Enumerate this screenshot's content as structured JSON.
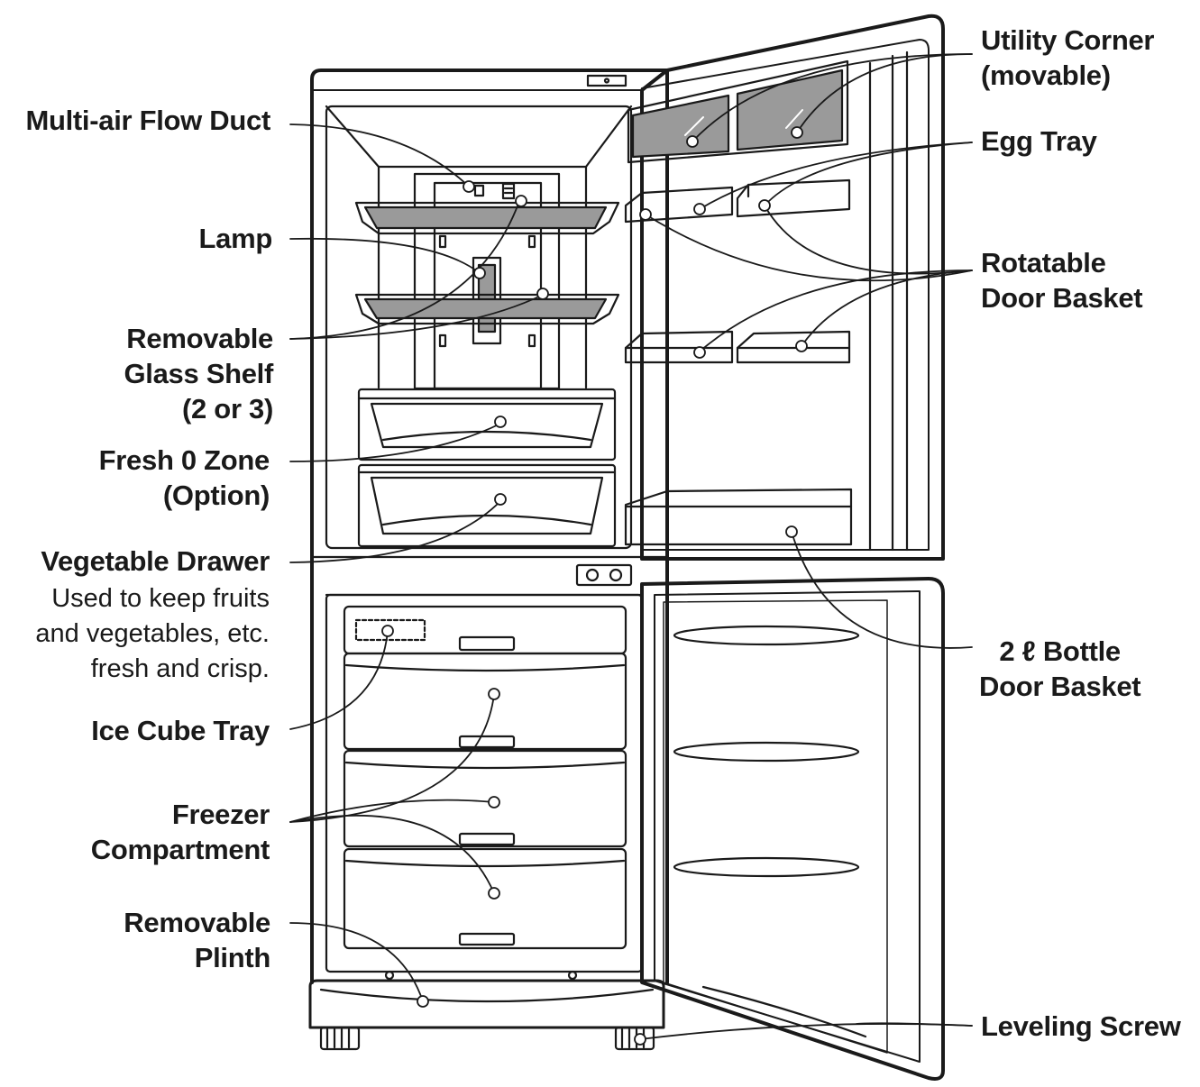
{
  "labels": {
    "multi_air_flow_duct": "Multi-air Flow Duct",
    "lamp": "Lamp",
    "glass_shelf": [
      "Removable",
      "Glass Shelf",
      "(2 or 3)"
    ],
    "fresh_zone": [
      "Fresh 0 Zone",
      "(Option)"
    ],
    "vegetable_drawer": "Vegetable Drawer",
    "vegetable_drawer_note": [
      "Used to keep fruits",
      "and vegetables, etc.",
      "fresh and crisp."
    ],
    "ice_cube_tray": "Ice Cube Tray",
    "freezer_compartment": [
      "Freezer",
      "Compartment"
    ],
    "removable_plinth": [
      "Removable",
      "Plinth"
    ],
    "utility_corner": [
      "Utility Corner",
      "(movable)"
    ],
    "egg_tray": "Egg Tray",
    "rotatable_door_basket": [
      "Rotatable",
      "Door Basket"
    ],
    "bottle_door_basket": [
      "2 ℓ Bottle",
      "Door Basket"
    ],
    "leveling_screw": "Leveling Screw"
  },
  "colors": {
    "line": "#1a1a1a",
    "gray_fill": "#9a9a9a",
    "light_fill": "#e6e6e6",
    "background": "#ffffff"
  }
}
